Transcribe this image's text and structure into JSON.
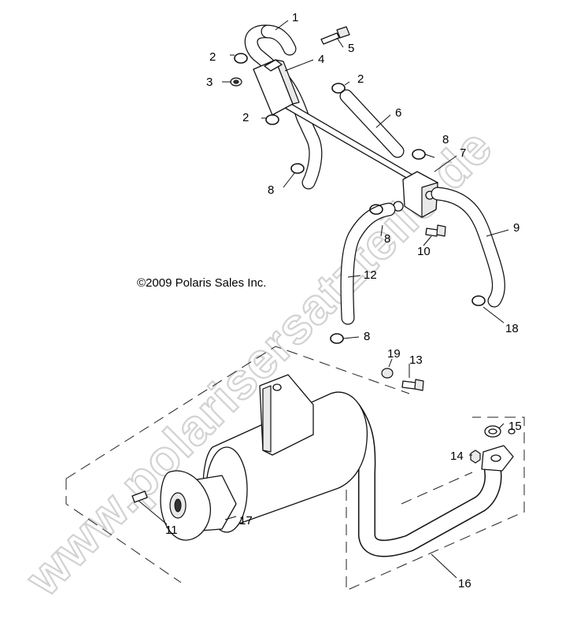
{
  "copyright": "©2009 Polaris Sales Inc.",
  "watermark": "www.polarisersatzteile.de",
  "callouts": [
    {
      "id": "1",
      "text": "1"
    },
    {
      "id": "2a",
      "text": "2"
    },
    {
      "id": "2b",
      "text": "2"
    },
    {
      "id": "2c",
      "text": "2"
    },
    {
      "id": "3",
      "text": "3"
    },
    {
      "id": "4",
      "text": "4"
    },
    {
      "id": "5",
      "text": "5"
    },
    {
      "id": "6",
      "text": "6"
    },
    {
      "id": "7",
      "text": "7"
    },
    {
      "id": "8a",
      "text": "8"
    },
    {
      "id": "8b",
      "text": "8"
    },
    {
      "id": "8c",
      "text": "8"
    },
    {
      "id": "8d",
      "text": "8"
    },
    {
      "id": "9",
      "text": "9"
    },
    {
      "id": "10",
      "text": "10"
    },
    {
      "id": "11",
      "text": "11"
    },
    {
      "id": "12",
      "text": "12"
    },
    {
      "id": "13",
      "text": "13"
    },
    {
      "id": "14",
      "text": "14"
    },
    {
      "id": "15",
      "text": "15"
    },
    {
      "id": "16",
      "text": "16"
    },
    {
      "id": "17",
      "text": "17"
    },
    {
      "id": "18",
      "text": "18"
    },
    {
      "id": "19",
      "text": "19"
    }
  ]
}
